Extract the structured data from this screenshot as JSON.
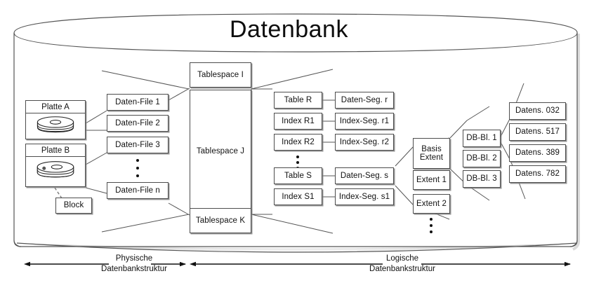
{
  "title": "Datenbank",
  "physical": {
    "disks": [
      {
        "label": "Platte A",
        "icon": "disk-stack-icon"
      },
      {
        "label": "Platte B",
        "icon": "disk-stack-icon"
      }
    ],
    "block": "Block",
    "data_files": [
      "Daten-File 1",
      "Daten-File 2",
      "Daten-File 3",
      "Daten-File n"
    ]
  },
  "tablespaces": [
    "Tablespace I",
    "Tablespace J",
    "Tablespace K"
  ],
  "objects": [
    "Table R",
    "Index R1",
    "Index R2",
    "Table S",
    "Index S1"
  ],
  "segments": [
    "Daten-Seg. r",
    "Index-Seg. r1",
    "Index-Seg. r2",
    "Daten-Seg. s",
    "Index-Seg. s1"
  ],
  "extents": [
    "Basis Extent",
    "Extent 1",
    "Extent 2"
  ],
  "extent_first_line": "Basis",
  "extent_second_line": "Extent",
  "db_blocks": [
    "DB-Bl. 1",
    "DB-Bl. 2",
    "DB-Bl. 3"
  ],
  "records": [
    "Datens. 032",
    "Datens. 517",
    "Datens. 389",
    "Datens. 782"
  ],
  "axes": [
    {
      "line1": "Physische",
      "line2": "Datenbankstruktur"
    },
    {
      "line1": "Logische",
      "line2": "Datenbankstruktur"
    }
  ],
  "colors": {
    "stroke": "#4d4d4d",
    "cylinder": "#555555",
    "text": "#111111",
    "background": "#ffffff"
  }
}
